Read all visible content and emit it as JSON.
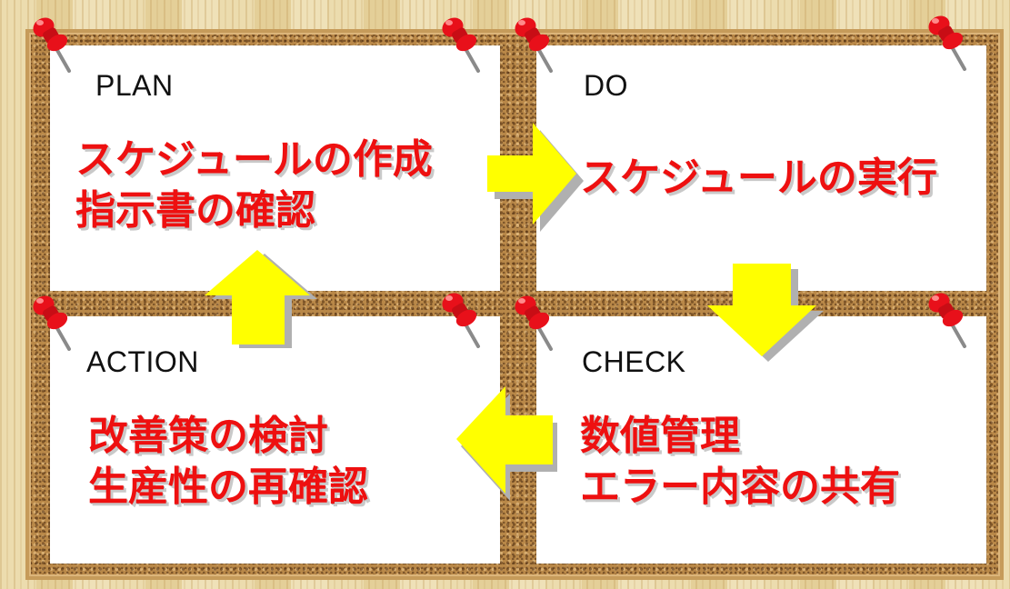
{
  "diagram": {
    "plan": {
      "label": "PLAN",
      "lines": [
        "スケジュールの作成",
        "指示書の確認"
      ]
    },
    "do": {
      "label": "DO",
      "lines": [
        "スケジュールの実行"
      ]
    },
    "action": {
      "label": "ACTION",
      "lines": [
        "改善策の検討",
        "生産性の再確認"
      ]
    },
    "check": {
      "label": "CHECK",
      "lines": [
        "数値管理",
        "エラー内容の共有"
      ]
    }
  },
  "colors": {
    "arrow": "#ffff00",
    "text_accent": "#ee1010",
    "pin": "#e8101a",
    "cork": "#b98848"
  },
  "icons": [
    "pushpin-icon",
    "arrow-right-icon",
    "arrow-down-icon",
    "arrow-left-icon",
    "arrow-up-icon"
  ]
}
